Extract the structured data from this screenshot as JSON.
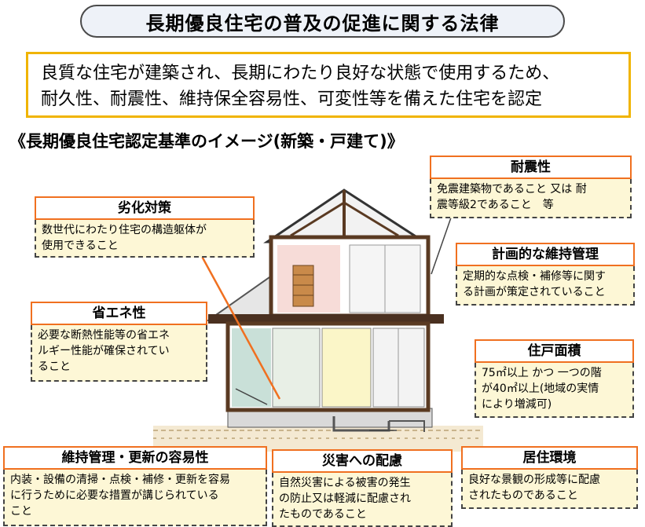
{
  "title": "長期優良住宅の普及の促進に関する法律",
  "intro": {
    "line1": "良質な住宅が建築され、長期にわたり良好な状態で使用するため、",
    "line2": "耐久性、耐震性、維持保全容易性、可変性等を備えた住宅を認定"
  },
  "subtitle": "《長期優良住宅認定基準のイメージ(新築・戸建て)》",
  "callouts": {
    "taishin": {
      "title": "耐震性",
      "line1": "免震建築物であること 又は 耐",
      "line2": "震等級2であること　等"
    },
    "rekka": {
      "title": "劣化対策",
      "line1": "数世代にわたり住宅の構造躯体が",
      "line2": "使用できること"
    },
    "keikaku": {
      "title": "計画的な維持管理",
      "line1": "定期的な点検・補修等に関す",
      "line2": "る計画が策定されていること"
    },
    "shoene": {
      "title": "省エネ性",
      "line1": "必要な断熱性能等の省エネ",
      "line2": "ルギー性能が確保されてい",
      "line3": "ること"
    },
    "jukomenseki": {
      "title": "住戸面積",
      "line1": "75㎡以上 かつ 一つの階",
      "line2": "が40㎡以上(地域の実情",
      "line3": "により増減可)"
    },
    "ijikanri": {
      "title": "維持管理・更新の容易性",
      "line1": "内装・設備の清掃・点検・補修・更新を容易",
      "line2": "に行うために必要な措置が講じられている",
      "line3": "こと"
    },
    "saigai": {
      "title": "災害への配慮",
      "line1": "自然災害による被害の発生",
      "line2": "の防止又は軽減に配慮され",
      "line3": "たものであること"
    },
    "kyoju": {
      "title": "居住環境",
      "line1": "良好な景観の形成等に配慮",
      "line2": "されたものであること"
    }
  },
  "colors": {
    "callout_border": "#f07020",
    "intro_border": "#f0b400",
    "callout_fill": "#fdf7d6",
    "pointer": "#f07020"
  }
}
